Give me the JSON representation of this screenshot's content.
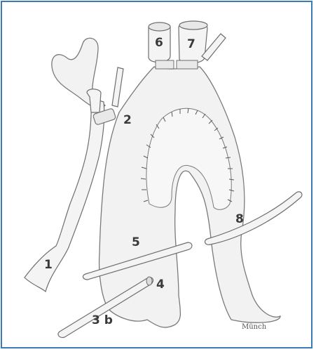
{
  "labels": {
    "l1": "1",
    "l2": "2",
    "l3b": "3 b",
    "l4": "4",
    "l5": "5",
    "l6": "6",
    "l7": "7",
    "l8": "8"
  },
  "signature": "Münch",
  "colors": {
    "frame": "#3a7bb8",
    "drawing": "#6e6e6e",
    "fill": "#f2f2f2"
  }
}
